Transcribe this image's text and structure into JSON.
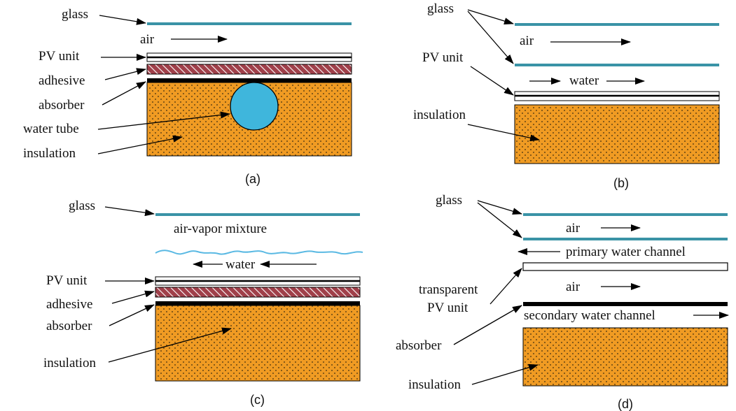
{
  "colors": {
    "glass": "#3a93a6",
    "insulation": "#f09b23",
    "adhesive": "#a0404a",
    "water_tube": "#3fb6dc",
    "water_surface": "#5ab9e3",
    "line": "#000000"
  },
  "panel_a": {
    "caption": "(a)",
    "glass": "glass",
    "air": "air",
    "pv_unit": "PV unit",
    "adhesive": "adhesive",
    "absorber": "absorber",
    "water_tube": "water tube",
    "insulation": "insulation"
  },
  "panel_b": {
    "caption": "(b)",
    "glass": "glass",
    "air": "air",
    "pv_unit": "PV unit",
    "water": "water",
    "insulation": "insulation"
  },
  "panel_c": {
    "caption": "(c)",
    "glass": "glass",
    "air_vapor": "air-vapor mixture",
    "water": "water",
    "pv_unit": "PV unit",
    "adhesive": "adhesive",
    "absorber": "absorber",
    "insulation": "insulation"
  },
  "panel_d": {
    "caption": "(d)",
    "glass": "glass",
    "air_top": "air",
    "primary_channel": "primary water channel",
    "transparent": "transparent",
    "pv_unit": "PV unit",
    "air_mid": "air",
    "secondary_channel": "secondary water channel",
    "absorber": "absorber",
    "insulation": "insulation"
  }
}
